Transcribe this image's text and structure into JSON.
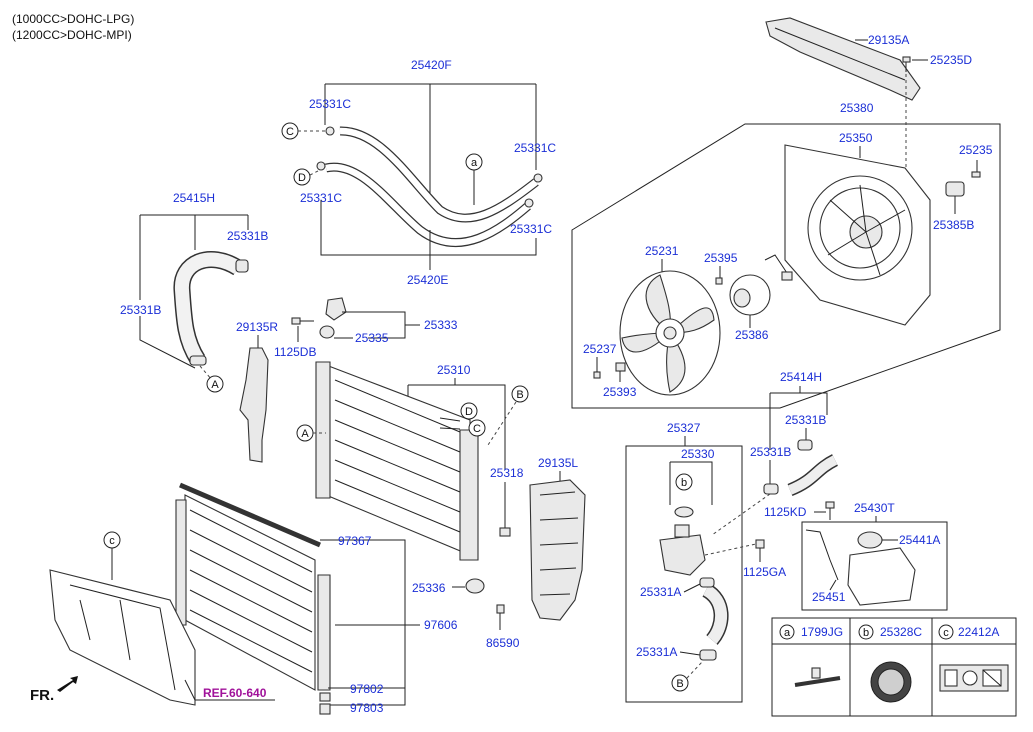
{
  "header": {
    "line1": "(1000CC>DOHC-LPG)",
    "line2": "(1200CC>DOHC-MPI)"
  },
  "labels": {
    "p29135A": "29135A",
    "p25235D": "25235D",
    "p25380": "25380",
    "p25350": "25350",
    "p25235": "25235",
    "p25385B": "25385B",
    "p25420F": "25420F",
    "p25331C_1": "25331C",
    "p25331C_2": "25331C",
    "p25331C_3": "25331C",
    "p25331C_4": "25331C",
    "p25420E": "25420E",
    "p25415H": "25415H",
    "p25331B_1": "25331B",
    "p25331B_2": "25331B",
    "p25333": "25333",
    "p25335": "25335",
    "p1125DB": "1125DB",
    "p29135R": "29135R",
    "p25231": "25231",
    "p25395": "25395",
    "p25386": "25386",
    "p25237": "25237",
    "p25393": "25393",
    "p25310": "25310",
    "p25318": "25318",
    "p29135L": "29135L",
    "p25336": "25336",
    "p86590": "86590",
    "p97367": "97367",
    "p97606": "97606",
    "p97802": "97802",
    "p97803": "97803",
    "p25327": "25327",
    "p25330": "25330",
    "p25331A_1": "25331A",
    "p25331A_2": "25331A",
    "p25414H": "25414H",
    "p25331B_3": "25331B",
    "p25331B_4": "25331B",
    "p1125KD": "1125KD",
    "p1125GA": "1125GA",
    "p25430T": "25430T",
    "p25441A": "25441A",
    "p25451": "25451",
    "ref": "REF.60-640",
    "fr": "FR."
  },
  "callouts": {
    "a": "a",
    "b": "b",
    "c": "c",
    "A": "A",
    "B": "B",
    "C": "C",
    "D": "D"
  },
  "legend": {
    "a_part": "1799JG",
    "b_part": "25328C",
    "c_part": "22412A"
  }
}
